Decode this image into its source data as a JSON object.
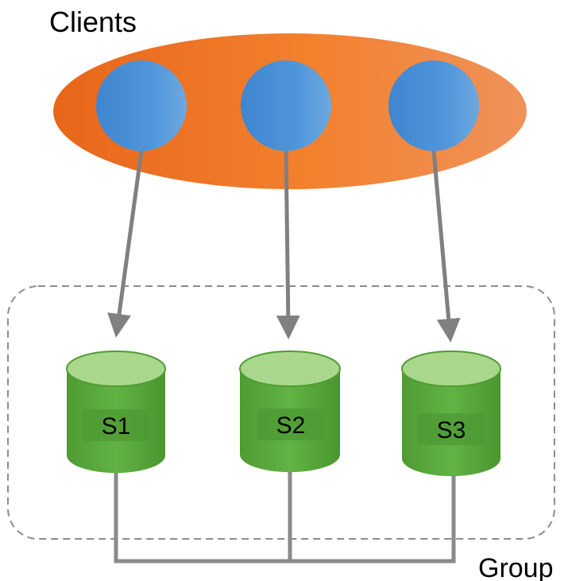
{
  "diagram": {
    "clients_label": "Clients",
    "group_label": "Group",
    "servers": [
      {
        "label": "S1"
      },
      {
        "label": "S2"
      },
      {
        "label": "S3"
      }
    ],
    "colors": {
      "clients_ellipse": "#f07b2a",
      "client_node": "#4a90d6",
      "server_body": "#5aa83c",
      "server_top": "#a8d68a",
      "server_label_box": "#4e9a34",
      "connector": "#808080",
      "group_border": "#888888"
    }
  }
}
